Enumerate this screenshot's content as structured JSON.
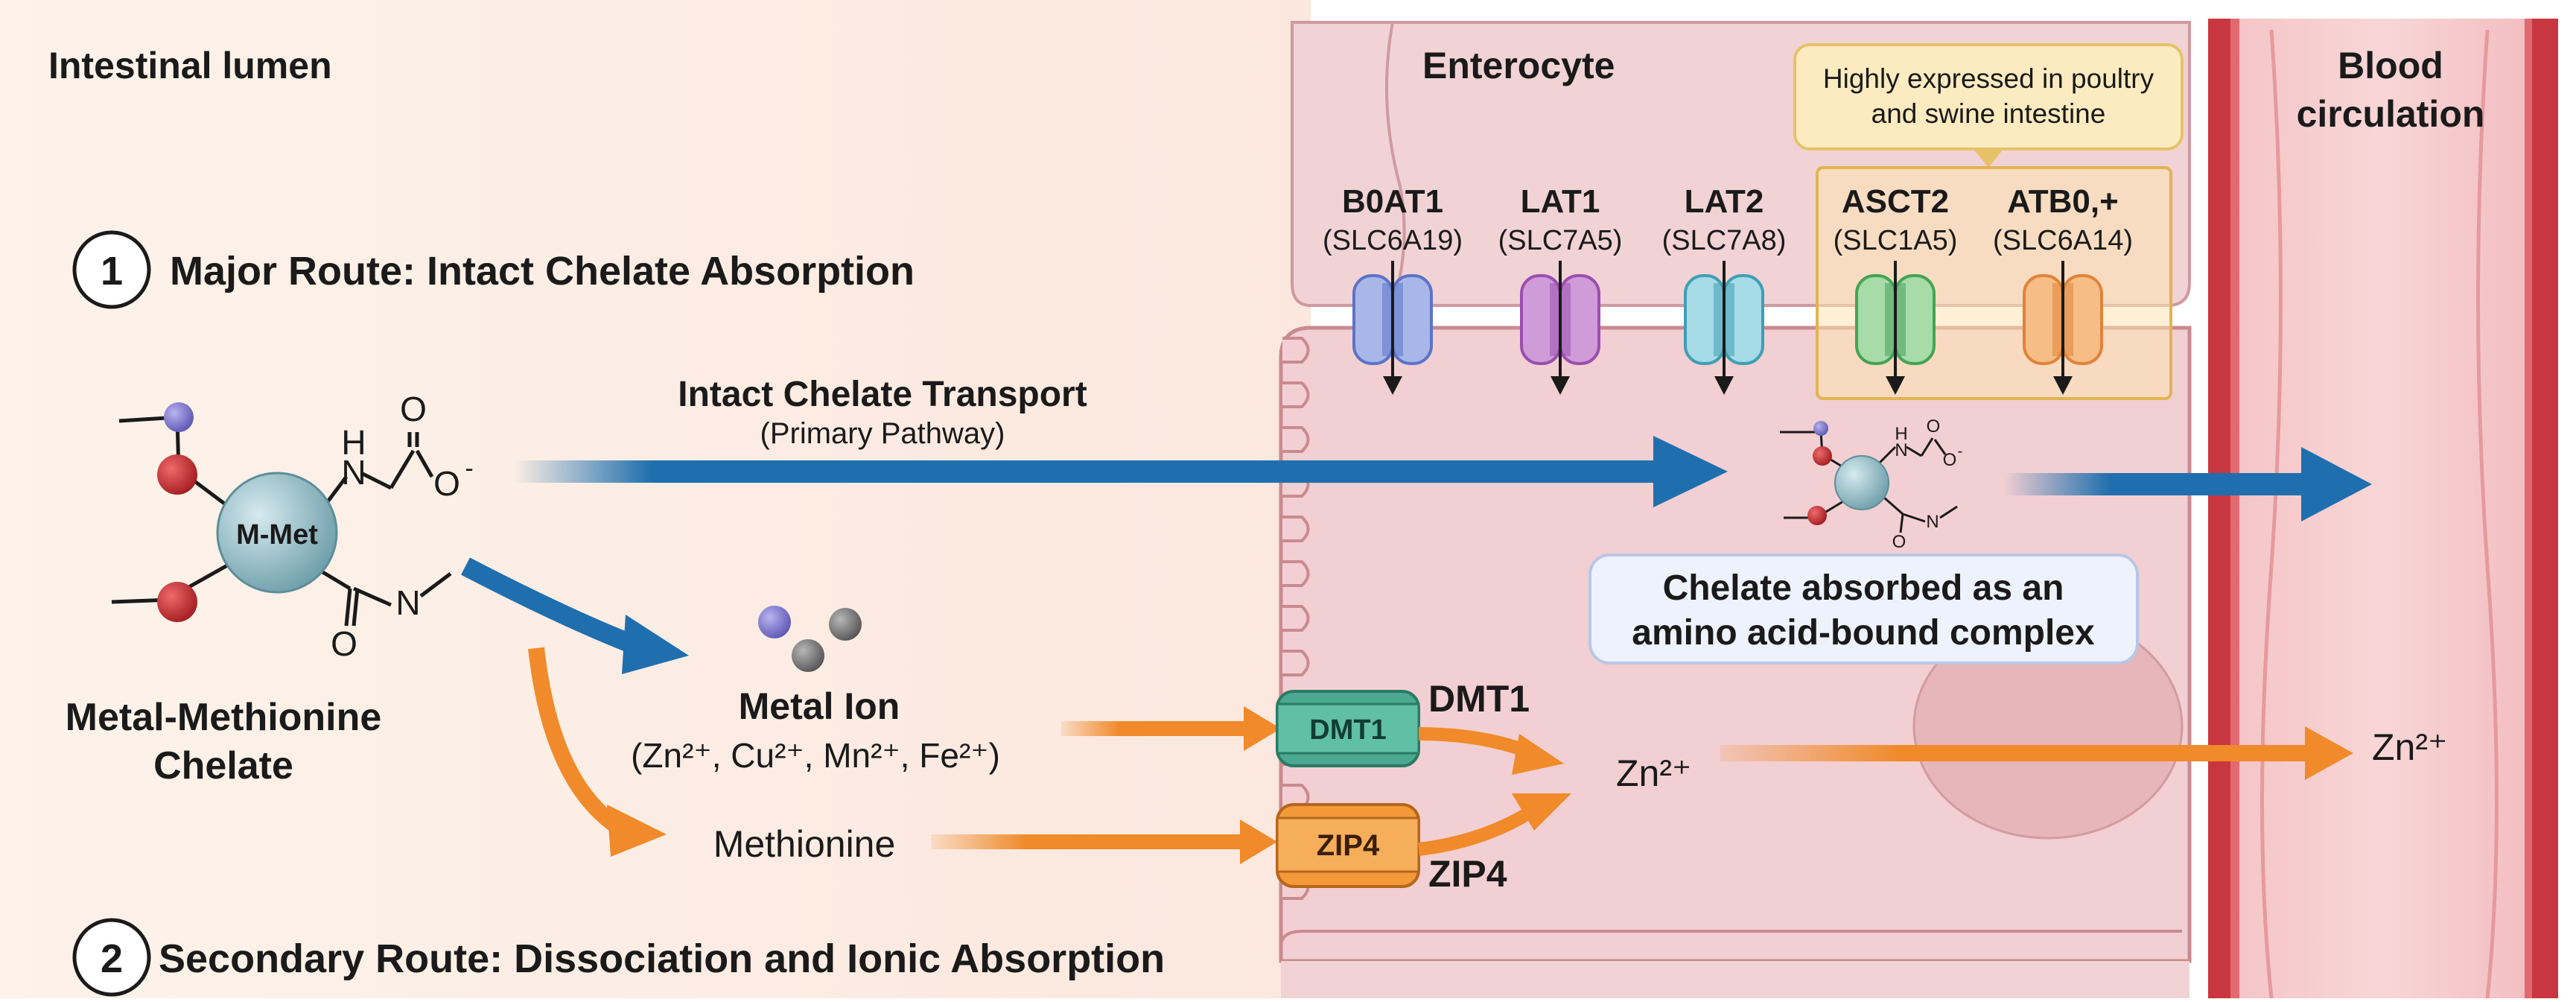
{
  "regions": {
    "lumen": "Intestinal lumen",
    "enterocyte": "Enterocyte",
    "blood": [
      "Blood",
      "circulation"
    ]
  },
  "routes": {
    "major": {
      "number": "1",
      "title": "Major Route: Intact Chelate Absorption"
    },
    "secondary": {
      "number": "2",
      "title": "Secondary Route: Dissociation and Ionic Absorption"
    }
  },
  "chelate": {
    "center_label": "M-Met",
    "name": [
      "Metal-Methionine",
      "Chelate"
    ],
    "atoms": {
      "nh": "H",
      "n": "N",
      "o_top": "O",
      "o_minus": "O",
      "minus": "-",
      "o_bottom": "O",
      "n2": "N"
    }
  },
  "small_chelate_atoms": {
    "h": "H",
    "n": "N",
    "o": "O",
    "minus": "-",
    "o2": "O",
    "n2": "N"
  },
  "intact_transport": {
    "title": "Intact Chelate Transport",
    "subtitle": "(Primary Pathway)"
  },
  "callout": [
    "Highly expressed in poultry",
    "and swine intestine"
  ],
  "transporters": [
    {
      "name": "B0AT1",
      "gene": "(SLC6A19)",
      "color": "#5b74c8",
      "fill": "#a9b7e8"
    },
    {
      "name": "LAT1",
      "gene": "(SLC7A5)",
      "color": "#9a4fae",
      "fill": "#cf9bd8"
    },
    {
      "name": "LAT2",
      "gene": "(SLC7A8)",
      "color": "#3f9fb5",
      "fill": "#a7dbe6"
    },
    {
      "name": "ASCT2",
      "gene": "(SLC1A5)",
      "color": "#45a356",
      "fill": "#a7dba8"
    },
    {
      "name": "ATB0,+",
      "gene": "(SLC6A14)",
      "color": "#e0833a",
      "fill": "#f6bd86"
    }
  ],
  "absorbed_box": [
    "Chelate absorbed as an",
    "amino acid-bound complex"
  ],
  "metal_ion": {
    "title": "Metal Ion",
    "ions": "(Zn²⁺, Cu²⁺, Mn²⁺, Fe²⁺)"
  },
  "methionine": "Methionine",
  "dmt1": {
    "label": "DMT1",
    "side_label": "DMT1"
  },
  "zip4": {
    "label": "ZIP4",
    "side_label": "ZIP4"
  },
  "zn_inside": "Zn²⁺",
  "zn_blood": "Zn²⁺",
  "colors": {
    "blue_arrow": "#1f6fae",
    "orange_arrow": "#f08a2a",
    "cell": "#f2d3d5",
    "cell_border": "#c98a90",
    "vessel": "#c8373f",
    "callout_fill": "#fcebc0",
    "callout_border": "#e7c168",
    "absorbed_fill": "#eef2fc",
    "absorbed_border": "#b9c6e6"
  }
}
